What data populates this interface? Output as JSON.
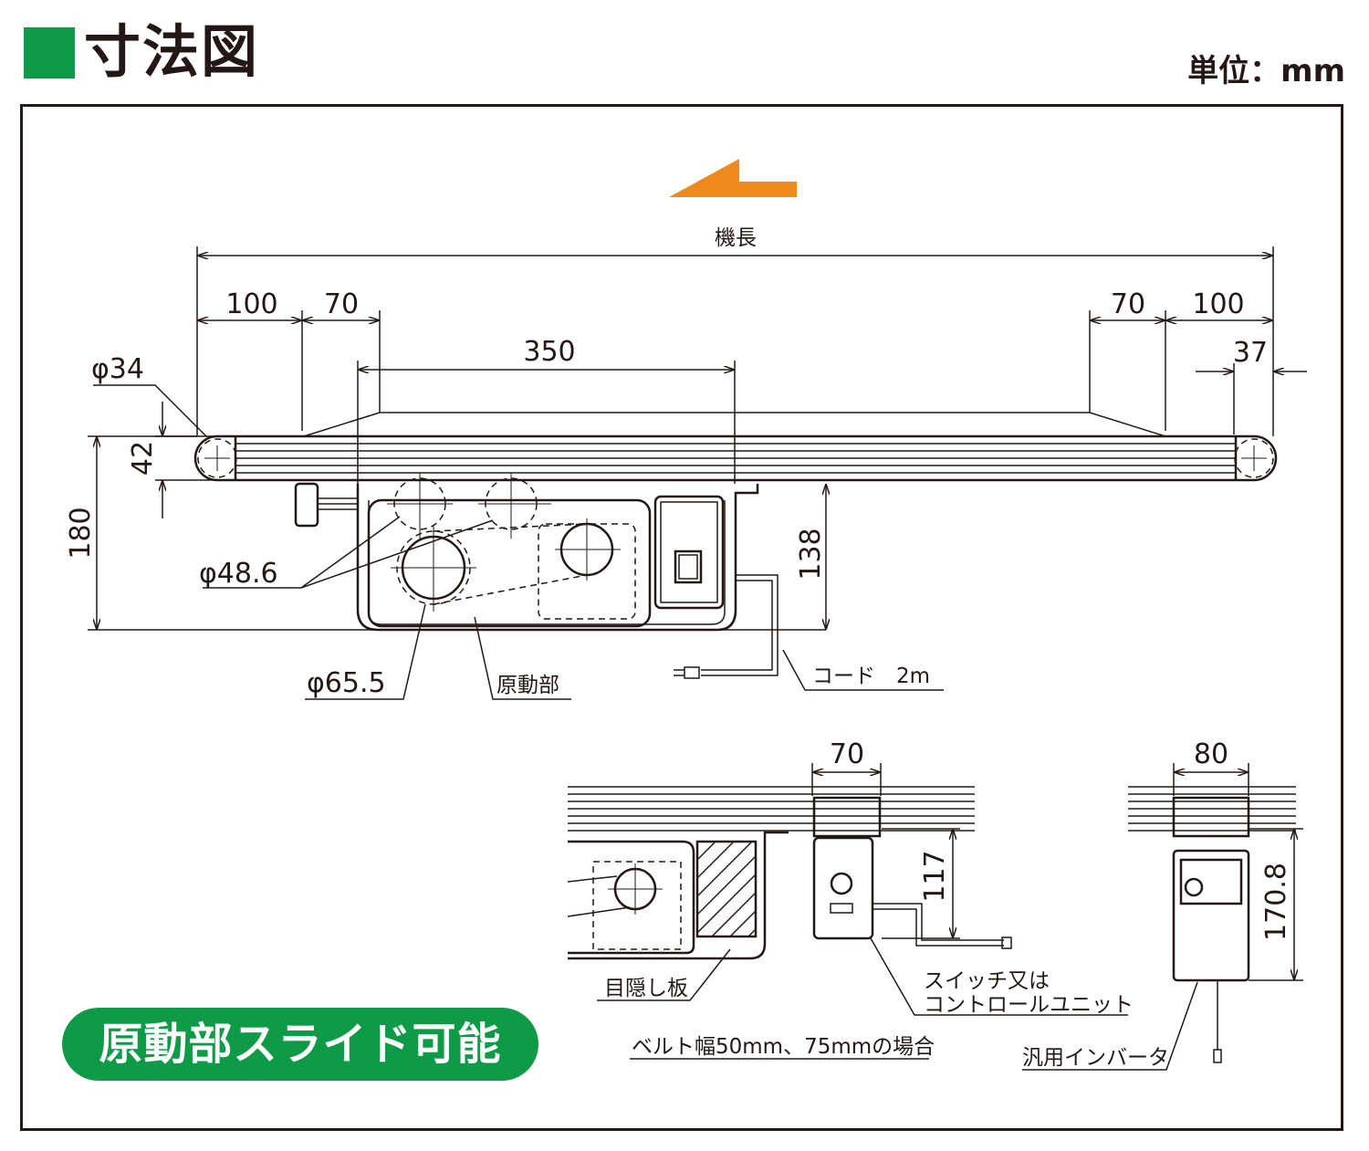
{
  "header": {
    "title": "寸法図",
    "unit": "単位：mm"
  },
  "colors": {
    "accent_green": "#0f9a47",
    "arrow_orange": "#ec8a1e",
    "line": "#231815"
  },
  "direction_arrow": {
    "icon": "flow-direction-arrow-icon",
    "direction": "left"
  },
  "main_view": {
    "overall_length_label": "機長",
    "dims": {
      "left_100": "100",
      "left_70": "70",
      "center_350": "350",
      "right_70": "70",
      "right_100": "100",
      "right_37": "37",
      "dia_34": "φ34",
      "h_42": "42",
      "h_180": "180",
      "h_138": "138",
      "dia_48_6": "φ48.6",
      "dia_65_5": "φ65.5"
    },
    "labels": {
      "drive_unit": "原動部",
      "cord": "コード　2m"
    }
  },
  "sub_view_switch": {
    "dims": {
      "w_70": "70",
      "h_117": "117"
    },
    "labels": {
      "cover_plate": "目隠し板",
      "switch_unit_line1": "スイッチ又は",
      "switch_unit_line2": "コントロールユニット",
      "caption": "ベルト幅50mm、75mmの場合"
    }
  },
  "sub_view_inverter": {
    "dims": {
      "w_80": "80",
      "h_170_8": "170.8"
    },
    "labels": {
      "inverter": "汎用インバータ"
    }
  },
  "badge": {
    "text": "原動部スライド可能"
  }
}
